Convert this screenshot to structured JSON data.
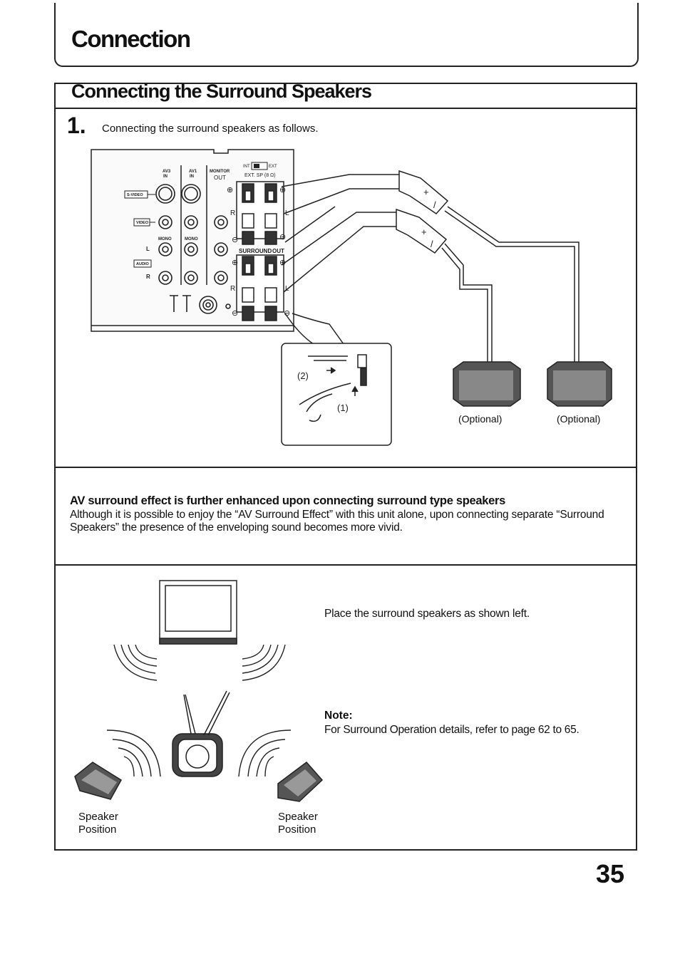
{
  "header": {
    "title": "Connection"
  },
  "section": {
    "title": "Connecting the Surround Speakers"
  },
  "step1": {
    "number": "1.",
    "text": "Connecting the surround speakers as follows.",
    "diagram": {
      "jack_labels": {
        "av3": "AV3",
        "av1": "AV1",
        "in1": "IN",
        "in2": "IN",
        "monitor": "MONITOR",
        "out": "OUT",
        "svideo": "S-VIDEO",
        "video": "VIDEO",
        "audio": "AUDIO",
        "mono1": "MONO",
        "mono2": "MONO",
        "l": "L",
        "r": "R"
      },
      "switch_labels": {
        "int": "INT",
        "ext": "EXT",
        "ext_sp": "EXT. SP (8 Ω)"
      },
      "surround_label": "SURROUND",
      "out_label": "OUT",
      "terminal_labels": {
        "r_top": "R",
        "l_top": "L",
        "r_bottom": "R",
        "l_bottom": "L"
      },
      "step2": "(2)",
      "step1_callout": "(1)",
      "optional_left": "(Optional)",
      "optional_right": "(Optional)"
    }
  },
  "av_surround": {
    "heading": "AV surround effect is further enhanced upon connecting surround type speakers",
    "body": "Although it is possible to enjoy the “AV Surround Effect” with this unit alone, upon connecting separate “Surround Speakers” the presence of the enveloping sound becomes more vivid."
  },
  "placement": {
    "instruction": "Place the surround speakers as shown left.",
    "note_heading": "Note:",
    "note_body": "For Surround Operation details, refer to page 62 to 65.",
    "speaker_left_line1": "Speaker",
    "speaker_left_line2": "Position",
    "speaker_right_line1": "Speaker",
    "speaker_right_line2": "Position"
  },
  "page_number": "35"
}
